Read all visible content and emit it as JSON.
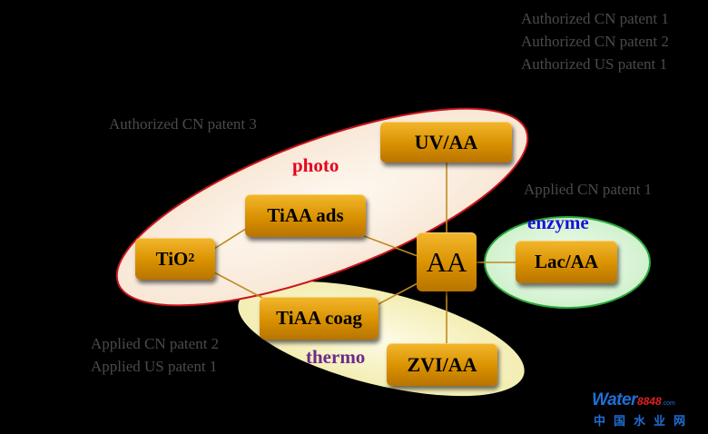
{
  "patents": {
    "top_right": [
      "Authorized CN patent 1",
      "Authorized CN patent 2",
      "Authorized US patent 1"
    ],
    "photo_group": "Authorized CN patent 3",
    "enzyme_group": "Applied CN patent 1",
    "thermo_group": [
      "Applied CN patent 2",
      "Applied US patent 1"
    ]
  },
  "groups": {
    "photo": {
      "label": "photo",
      "color": "#e8001c"
    },
    "enzyme": {
      "label": "enzyme",
      "color": "#1a10d8"
    },
    "thermo": {
      "label": "thermo",
      "color": "#6b2a8c"
    }
  },
  "nodes": {
    "uv_aa": "UV/AA",
    "tiaa_ads": "TiAA ads",
    "tio2_base": "TiO",
    "tio2_sub": "2",
    "aa": "AA",
    "lac_aa": "Lac/AA",
    "tiaa_coag": "TiAA coag",
    "zvi_aa": "ZVI/AA"
  },
  "colors": {
    "node_fill": "#d99100",
    "photo_ellipse_fill": "#fdf3e6",
    "enzyme_ellipse_fill": "#e0f8dd",
    "thermo_ellipse_fill": "#f9f6cd",
    "connector": "#c08a20"
  },
  "watermark": {
    "word": "Water",
    "number": "8848",
    "tld": ".com",
    "cn": "中国水业网"
  }
}
